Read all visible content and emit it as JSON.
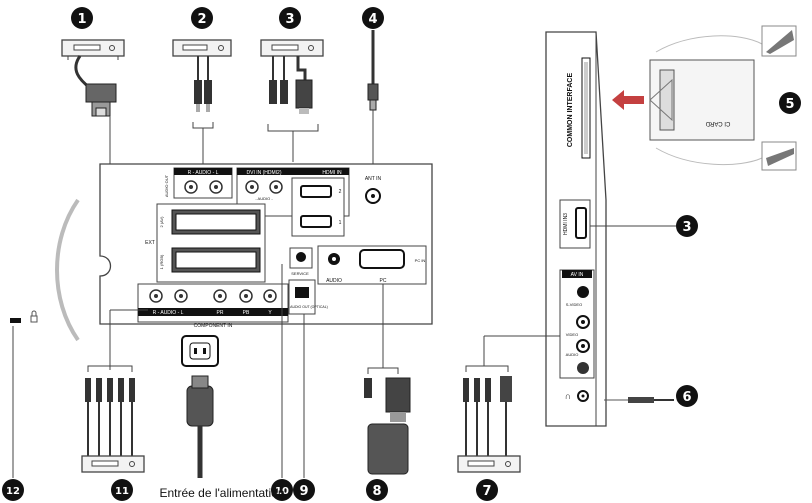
{
  "badges": [
    "1",
    "2",
    "3",
    "4",
    "5",
    "3",
    "6",
    "7",
    "8",
    "9",
    "10",
    "11",
    "12"
  ],
  "panel": {
    "ext_label": "EXT",
    "scart2_label": "2 (AV)",
    "scart1_label": "1 (RGB)",
    "audio_out_label": "AUDIO OUT",
    "audio_r_l_label": "R - AUDIO - L",
    "dvi_label": "DVI IN (HDMI2)",
    "dvi_audio_label": "- AUDIO -",
    "hdmi_in_label": "HDMI IN",
    "hdmi_port_1": "1",
    "hdmi_port_2": "2",
    "ant_in_label": "ANT IN",
    "service_label": "SERVICE",
    "audio_label": "AUDIO",
    "pc_label": "PC",
    "pc_in_label": "PC IN",
    "optical_label": "DIGITAL AUDIO OUT (OPTICAL)",
    "component_audio_label": "R - AUDIO - L",
    "pr_label": "PR",
    "pb_label": "PB",
    "y_label": "Y",
    "component_in_label": "COMPONENT IN"
  },
  "side": {
    "common_interface_label": "COMMON INTERFACE",
    "hdmi3_label": "HDMI IN3",
    "av_in_label": "AV IN",
    "svideo_label": "S-VIDEO",
    "video_label": "VIDEO",
    "audio_label": "AUDIO",
    "ci_card_label": "CI CARD"
  },
  "caption": "Entrée de l'alimentation",
  "colors": {
    "badge": "#111111",
    "panel": "#ffffff",
    "line": "#444444",
    "arrow": "#c44040"
  }
}
